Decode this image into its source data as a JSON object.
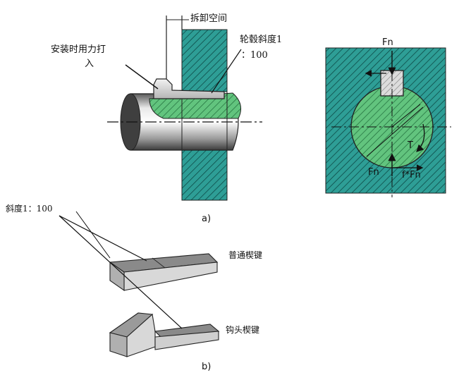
{
  "figure_a": {
    "label_removal_space": "拆卸空间",
    "label_install_line1": "安装时用力打",
    "label_install_line2": "入",
    "label_hub_slope_line1": "轮毂斜度1",
    "label_hub_slope_line2": "：100",
    "label_fn_top": "Fn",
    "label_fn_bottom": "Fn",
    "label_friction": "f*Fn",
    "label_torque": "T",
    "caption": "a)",
    "hatch_color": "#2e9e96",
    "shaft_green": "#5fc07a"
  },
  "figure_b": {
    "label_slope": "斜度1：100",
    "label_plain_key": "普通楔键",
    "label_gib_key": "钩头楔键",
    "caption": "b)"
  }
}
